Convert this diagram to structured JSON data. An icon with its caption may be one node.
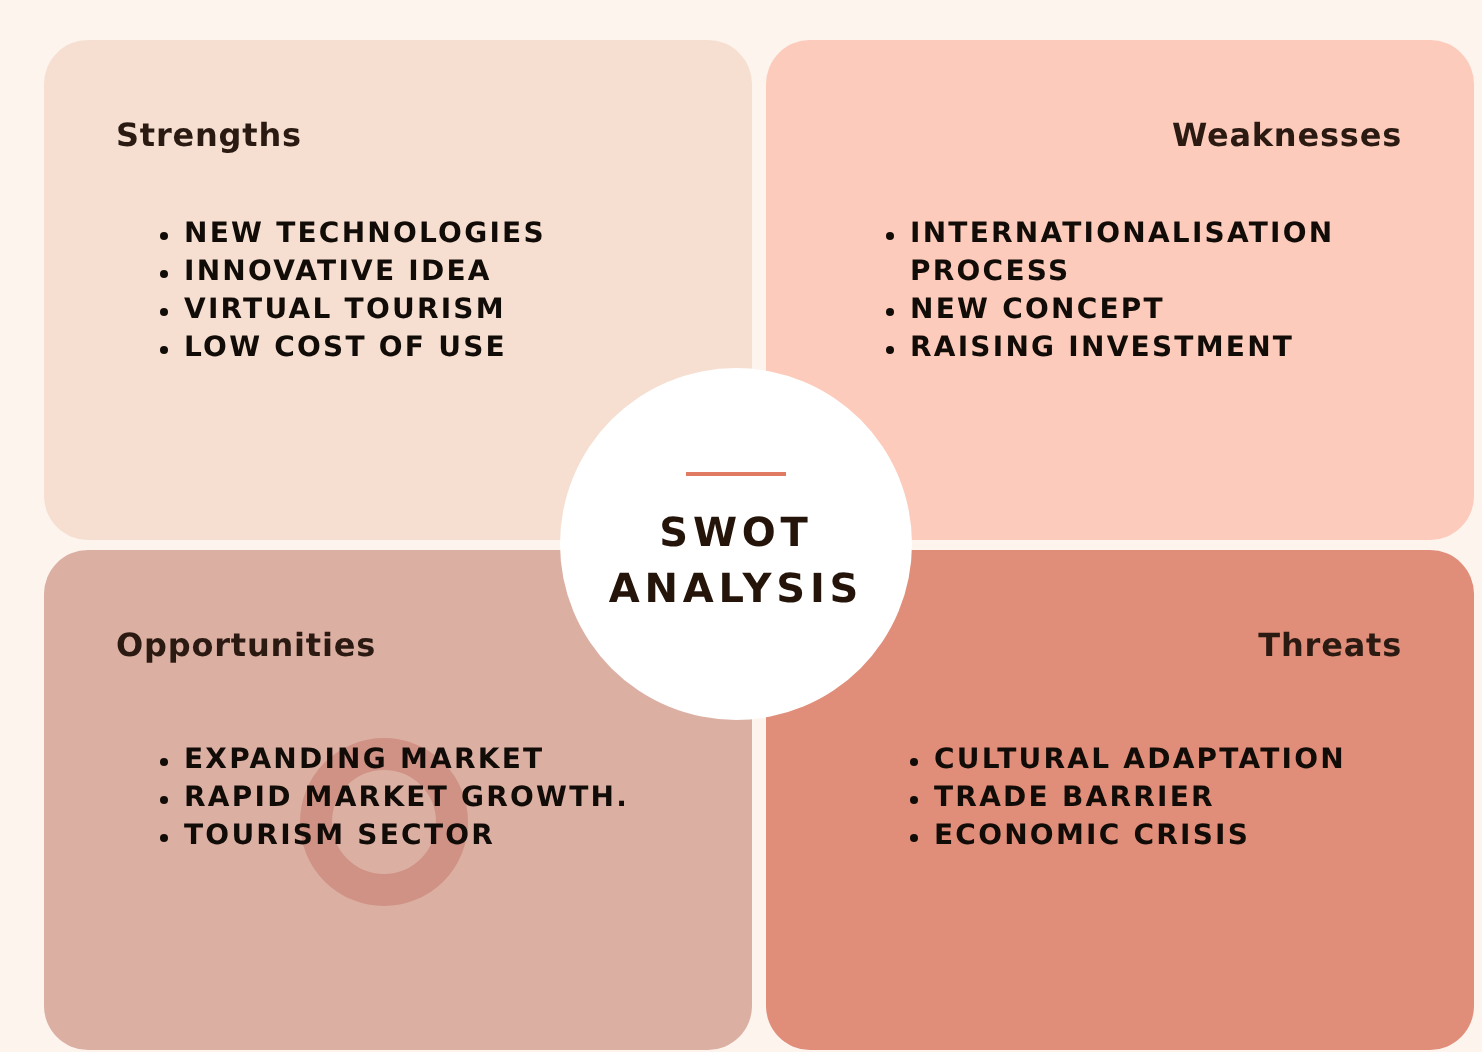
{
  "diagram": {
    "nodes": [
      {
        "text": [
          "Strengths",
          "NEW TECHNOLOGIES",
          "INNOVATIVE IDEA",
          "VIRTUAL TOURISM",
          "LOW COST OF USE"
        ]
      },
      {
        "text": [
          "Weaknesses",
          "INTERNATIONALISATION PROCESS",
          "NEW CONCEPT",
          "RAISING INVESTMENT"
        ]
      },
      {
        "text": [
          "Opportunities",
          "EXPANDING MARKET",
          "RAPID MARKET GROWTH.",
          "TOURISM SECTOR"
        ]
      },
      {
        "text": [
          "Threats",
          "CULTURAL ADAPTATION",
          "TRADE BARRIER",
          "ECONOMIC CRISIS"
        ]
      },
      {
        "text": [
          "SWOT ANALYSIS"
        ]
      }
    ]
  }
}
